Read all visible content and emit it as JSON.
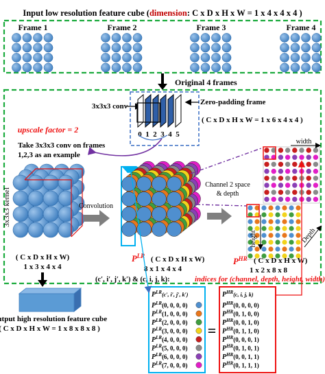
{
  "header": {
    "title_pre": "Input low resolution feature cube (",
    "title_dim": "dimension",
    "title_post": ": C x D x H x W = 1 x 4 x 4 x 4 )"
  },
  "frames": [
    "Frame 1",
    "Frame 2",
    "Frame 3",
    "Frame 4"
  ],
  "arrow_label": "Original 4 frames",
  "conv": {
    "label": "3x3x3 conv",
    "zero_padding_label": "Zero-padding frame",
    "indices": [
      "0",
      "1",
      "2",
      "3",
      "4",
      "5"
    ],
    "padded_dim": "( C x D x H x W = 1 x 6 x 4 x 4 )"
  },
  "upscale_text": "upscale factor = 2",
  "example_text": [
    "Take 3x3x3 conv on frames",
    "1,2,3 as an example"
  ],
  "kernel_label": "3x3x3 kernel",
  "convolution_label": "Convolution",
  "left_cube": {
    "dim": "( C x D x H x W)",
    "value": "1 x 3 x 4 x 4"
  },
  "mid_cube": {
    "symbol": "P",
    "sup": "LR",
    "dim": "( C x D x H x W)",
    "value": "8 x 1 x 4 x 4"
  },
  "shuffle_label": [
    "Channel 2 space",
    "& depth"
  ],
  "right_cube": {
    "symbol": "P",
    "sup": "HR",
    "dim": "( C x D x H x W)",
    "value": "1 x 2 x 8 x 8",
    "width_label": "width",
    "height_label": "height",
    "depth_label": "Depth"
  },
  "indices_line": {
    "prefix": "(c′, i′, j′, k′) & (c, i, j, k):",
    "desc": "indices for (channel, depth, height, width)"
  },
  "output": {
    "line1": "Output high resolution feature cube",
    "line2": "( C x D x H x W = 1 x 8 x 8 x 8 )"
  },
  "lr_table": {
    "symbol": "P",
    "sup": "LR",
    "args_header": "(c′, i′, j′, k′)",
    "rows": [
      "(0, 0, 0, 0)",
      "(1, 0, 0, 0)",
      "(2, 0, 0, 0)",
      "(3, 0, 0, 0)",
      "(4, 0, 0, 0)",
      "(5, 0, 0, 0)",
      "(6, 0, 0, 0)",
      "(7, 0, 0, 0)"
    ]
  },
  "equals": "=",
  "hr_table": {
    "symbol": "P",
    "sup": "HR",
    "args_header": "(c, i, j, k)",
    "rows": [
      "(0, 0, 0, 0)",
      "(0, 1, 0, 0)",
      "(0, 0, 1, 0)",
      "(0, 1, 1, 0)",
      "(0, 0, 0, 1)",
      "(0, 1, 0, 1)",
      "(0, 0, 1, 1)",
      "(0, 1, 1, 1)"
    ]
  },
  "colors": {
    "channel_colors": [
      "#4f8fcf",
      "#e8761c",
      "#3f9d3f",
      "#f2d31b",
      "#c81e1e",
      "#8a8a8a",
      "#8a3fb5",
      "#e21ec7"
    ],
    "frame_blue": "#5b9bd5",
    "green_dash": "#1aaa3c",
    "cyan": "#00b0f0",
    "red": "#ee1111",
    "purple": "#7030a0",
    "blue_dash": "#3a6fc4"
  }
}
